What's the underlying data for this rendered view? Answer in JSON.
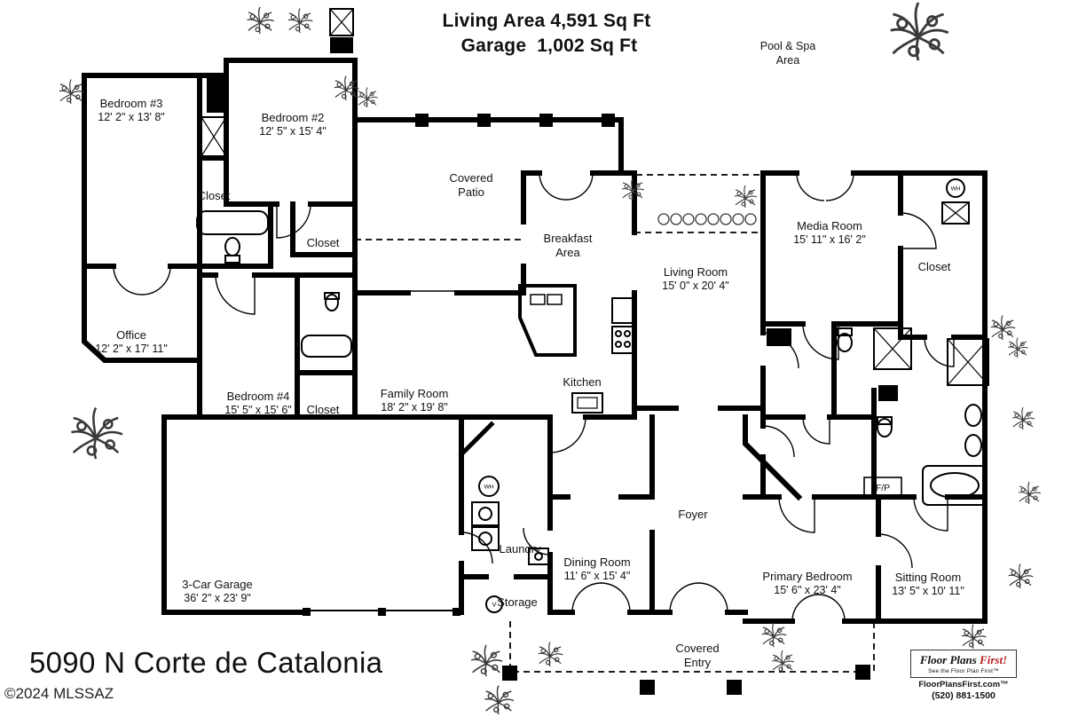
{
  "header": {
    "living_area": "Living Area 4,591 Sq Ft",
    "garage": "Garage  1,002 Sq Ft",
    "pool_spa": "Pool & Spa\nArea"
  },
  "rooms": [
    {
      "name": "Bedroom #3",
      "dims": "12' 2\" x 13' 8\""
    },
    {
      "name": "Bedroom #2",
      "dims": "12' 5\" x 15' 4\""
    },
    {
      "name": "Closet"
    },
    {
      "name": "Closet"
    },
    {
      "name": "Covered\nPatio"
    },
    {
      "name": "Breakfast\nArea"
    },
    {
      "name": "Living Room",
      "dims": "15' 0\" x 20' 4\""
    },
    {
      "name": "Media Room",
      "dims": "15' 11\" x 16' 2\""
    },
    {
      "name": "Closet"
    },
    {
      "name": "Office",
      "dims": "12' 2\" x 17' 11\""
    },
    {
      "name": "Bedroom #4",
      "dims": "15' 5\" x 15' 6\""
    },
    {
      "name": "Closet"
    },
    {
      "name": "Family Room",
      "dims": "18' 2\" x  19' 8\""
    },
    {
      "name": "Kitchen"
    },
    {
      "name": "Foyer"
    },
    {
      "name": "Laundry"
    },
    {
      "name": "Dining Room",
      "dims": "11' 6\" x 15' 4\""
    },
    {
      "name": "Storage"
    },
    {
      "name": "3-Car Garage",
      "dims": "36' 2\" x 23' 9\""
    },
    {
      "name": "Primary Bedroom",
      "dims": "15' 6\" x 23' 4\""
    },
    {
      "name": "Sitting Room",
      "dims": "13' 5\" x 10' 11\""
    },
    {
      "name": "Covered\nEntry"
    }
  ],
  "fixtures": {
    "water_heater": "WH",
    "vent": "V",
    "fireplace": "F/P"
  },
  "footer": {
    "address": "5090 N Corte de Catalonia",
    "copyright": "©2024 MLSSAZ"
  },
  "branding": {
    "logo_text": "Floor Plans",
    "logo_suffix": "First!",
    "accent_color": "#b22222",
    "tagline": "See the Floor Plan First™",
    "website": "FloorPlansFirst.com™",
    "phone": "(520) 881-1500"
  }
}
